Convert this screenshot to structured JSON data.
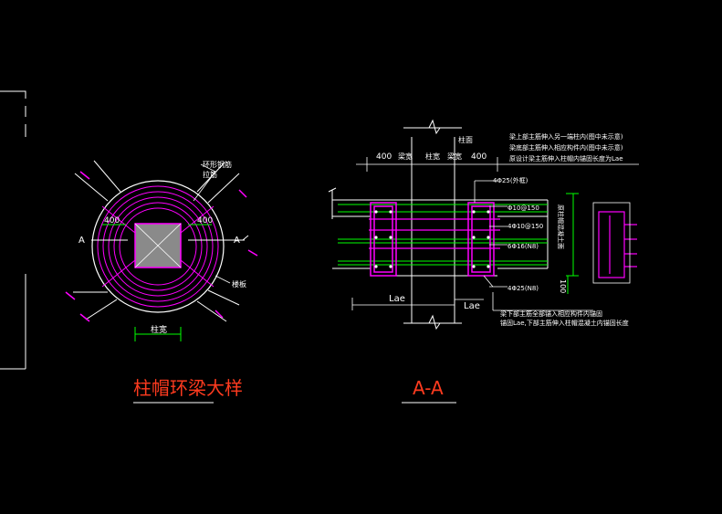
{
  "colors": {
    "background": "#000000",
    "white": "#ffffff",
    "magenta": "#ff00ff",
    "green": "#00ff00",
    "red": "#ff3b1f",
    "cyan": "#00ffff"
  },
  "plan": {
    "title": "柱帽环梁大样",
    "ring_label": "环形钢筋",
    "bar_label": "拉筋",
    "dim_left": "400",
    "dim_right": "400",
    "section_mark_left": "A",
    "section_mark_right": "A",
    "width_label": "柱宽",
    "slab_label": "楼板"
  },
  "section": {
    "title": "A-A",
    "dim_a": "400",
    "dim_b": "柱宽",
    "dim_c": "400",
    "dim_label_a": "梁宽",
    "dim_label_b": "梁宽",
    "top_label": "柱面",
    "note_top_1": "梁上部主筋伸入另一端柱内(图中未示意)",
    "note_top_2": "梁底部主筋伸入相应构件内(图中未示意)",
    "note_top_3": "原设计梁主筋伸入柱帽内锚固长度为Lae",
    "rebar_1": "4Φ25(外框)",
    "rebar_2": "Φ10@150",
    "rebar_3": "4Φ10@150",
    "rebar_4": "6Φ16(N8)",
    "rebar_5": "4Φ25(N8)",
    "side_label": "原柱帽混凝土面",
    "dim_bottom": "100",
    "lae_left": "Lae",
    "lae_right": "Lae",
    "note_bottom_1": "梁下部主筋全部锚入相应构件内锚固",
    "note_bottom_2": "锚固Lae,下部主筋伸入柱帽混凝土内锚固长度"
  }
}
